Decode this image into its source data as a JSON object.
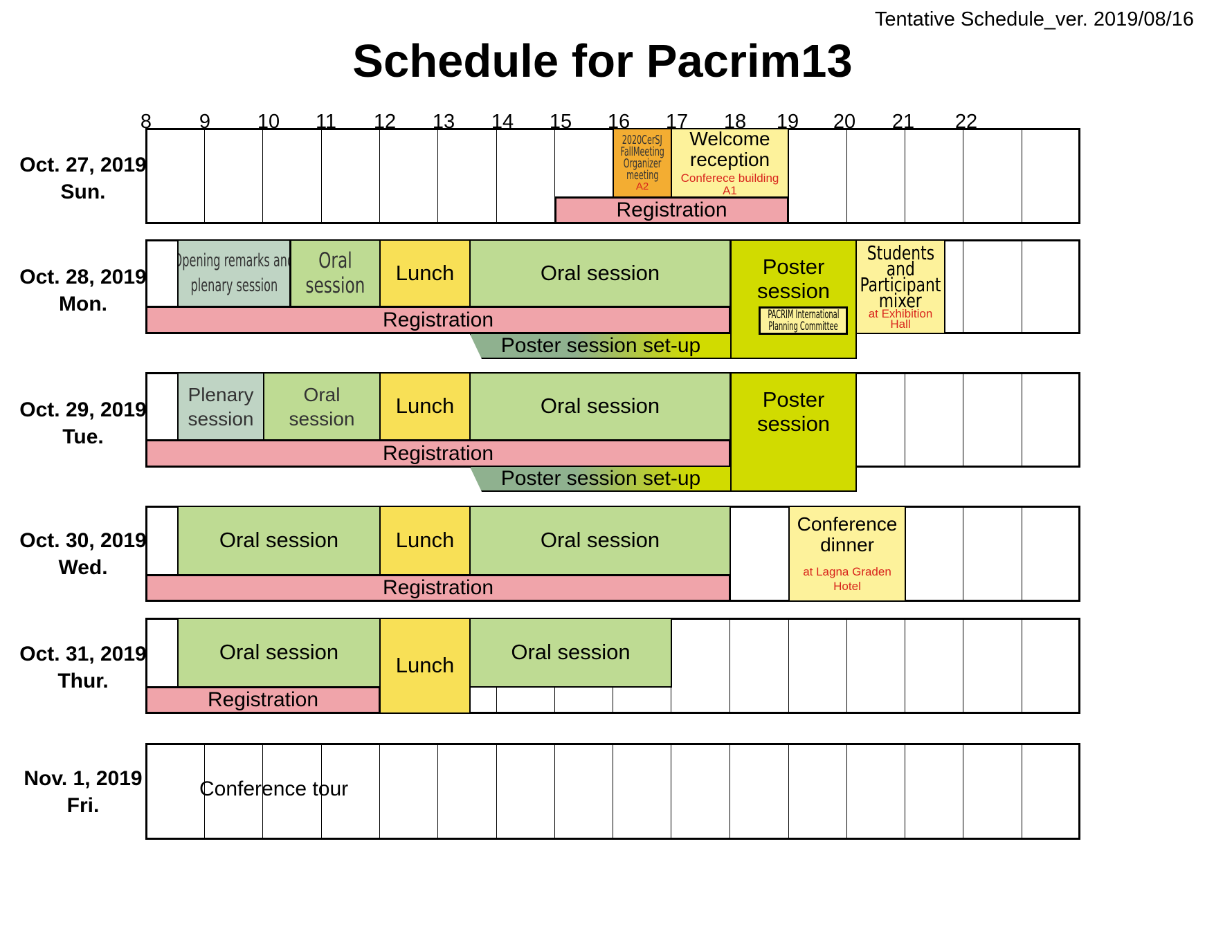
{
  "header": {
    "version": "Tentative Schedule_ver. 2019/08/16",
    "title": "Schedule for Pacrim13"
  },
  "hours": [
    "8",
    "9",
    "10",
    "11",
    "12",
    "13",
    "14",
    "15",
    "16",
    "17",
    "18",
    "19",
    "20",
    "21",
    "22"
  ],
  "days": [
    {
      "date": "Oct. 27, 2019",
      "weekday": "Sun."
    },
    {
      "date": "Oct. 28, 2019",
      "weekday": "Mon."
    },
    {
      "date": "Oct. 29, 2019",
      "weekday": "Tue."
    },
    {
      "date": "Oct. 30, 2019",
      "weekday": "Wed."
    },
    {
      "date": "Oct. 31, 2019",
      "weekday": "Thur."
    },
    {
      "date": "Nov. 1, 2019",
      "weekday": "Fri."
    }
  ],
  "labels": {
    "registration": "Registration",
    "oral_session": "Oral session",
    "oral": "Oral",
    "session": "session",
    "lunch": "Lunch",
    "poster": "Poster",
    "poster_setup": "Poster session set-up",
    "opening_1": "Opening remarks and",
    "opening_2": "plenary session",
    "plenary": "Plenary",
    "organizer_1": "2020CerSJ",
    "organizer_2": "FallMeeting",
    "organizer_3": "Organizer",
    "organizer_4": "meeting",
    "organizer_room": "A2",
    "welcome_1": "Welcome",
    "welcome_2": "reception",
    "welcome_loc": "Conferece building",
    "welcome_room": "A1",
    "ipc_1": "PACRIM International",
    "ipc_2": "Planning Committee",
    "mixer_1": "Students",
    "mixer_2": "and",
    "mixer_3": "Participant",
    "mixer_4": "mixer",
    "mixer_loc_1": "at Exhibition",
    "mixer_loc_2": "Hall",
    "dinner_1": "Conference",
    "dinner_2": "dinner",
    "dinner_loc_1": "at Lagna Graden",
    "dinner_loc_2": "Hotel",
    "tour": "Conference tour"
  },
  "colors": {
    "registration": "#f0a4aa",
    "oral": "#bedb93",
    "lunch": "#f8e056",
    "plenary": "#bfd4c4",
    "poster": "#d1db00",
    "social": "#fdf29b",
    "organizer": "#f3ad32",
    "location_text": "#d8241c"
  }
}
